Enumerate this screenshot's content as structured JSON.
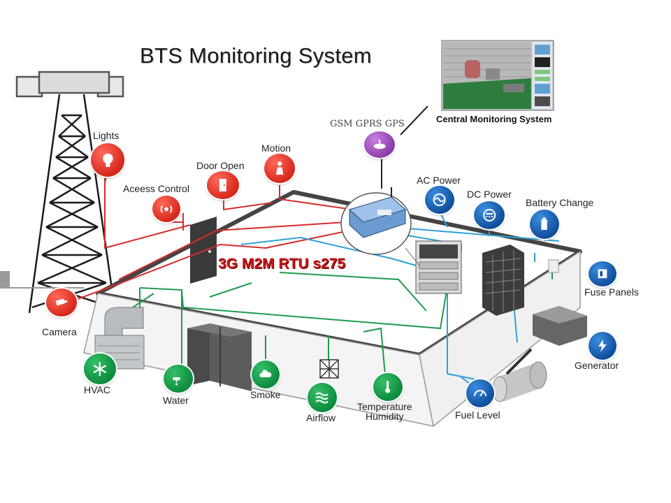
{
  "title": "BTS Monitoring System",
  "central_monitoring": {
    "label": "Central Monitoring System"
  },
  "gsm_label": "GSM GPRS GPS",
  "rtu_label": "3G M2M RTU s275",
  "sensors": {
    "lights": "Lights",
    "access_control": "Aceess Control",
    "door_open": "Door Open",
    "motion": "Motion",
    "camera": "Camera",
    "ac_power": "AC Power",
    "dc_power": "DC Power",
    "battery_change": "Battery Change",
    "fuse_panels": "Fuse Panels",
    "generator": "Generator",
    "hvac": "HVAC",
    "water": "Water",
    "smoke": "Smoke",
    "airflow": "Airflow",
    "temperature": "Temperature",
    "humidity": "Humidity",
    "fuel_level": "Fuel Level"
  },
  "colors": {
    "red_wire": "#d62c2c",
    "blue_wire": "#2ea0d8",
    "green_wire": "#1f9a4e",
    "wall": "#4a4a4a",
    "icon_red": "#d6281c",
    "icon_blue": "#0f4f9c",
    "icon_green": "#0d8c3e",
    "icon_purple": "#8c3ca8"
  }
}
